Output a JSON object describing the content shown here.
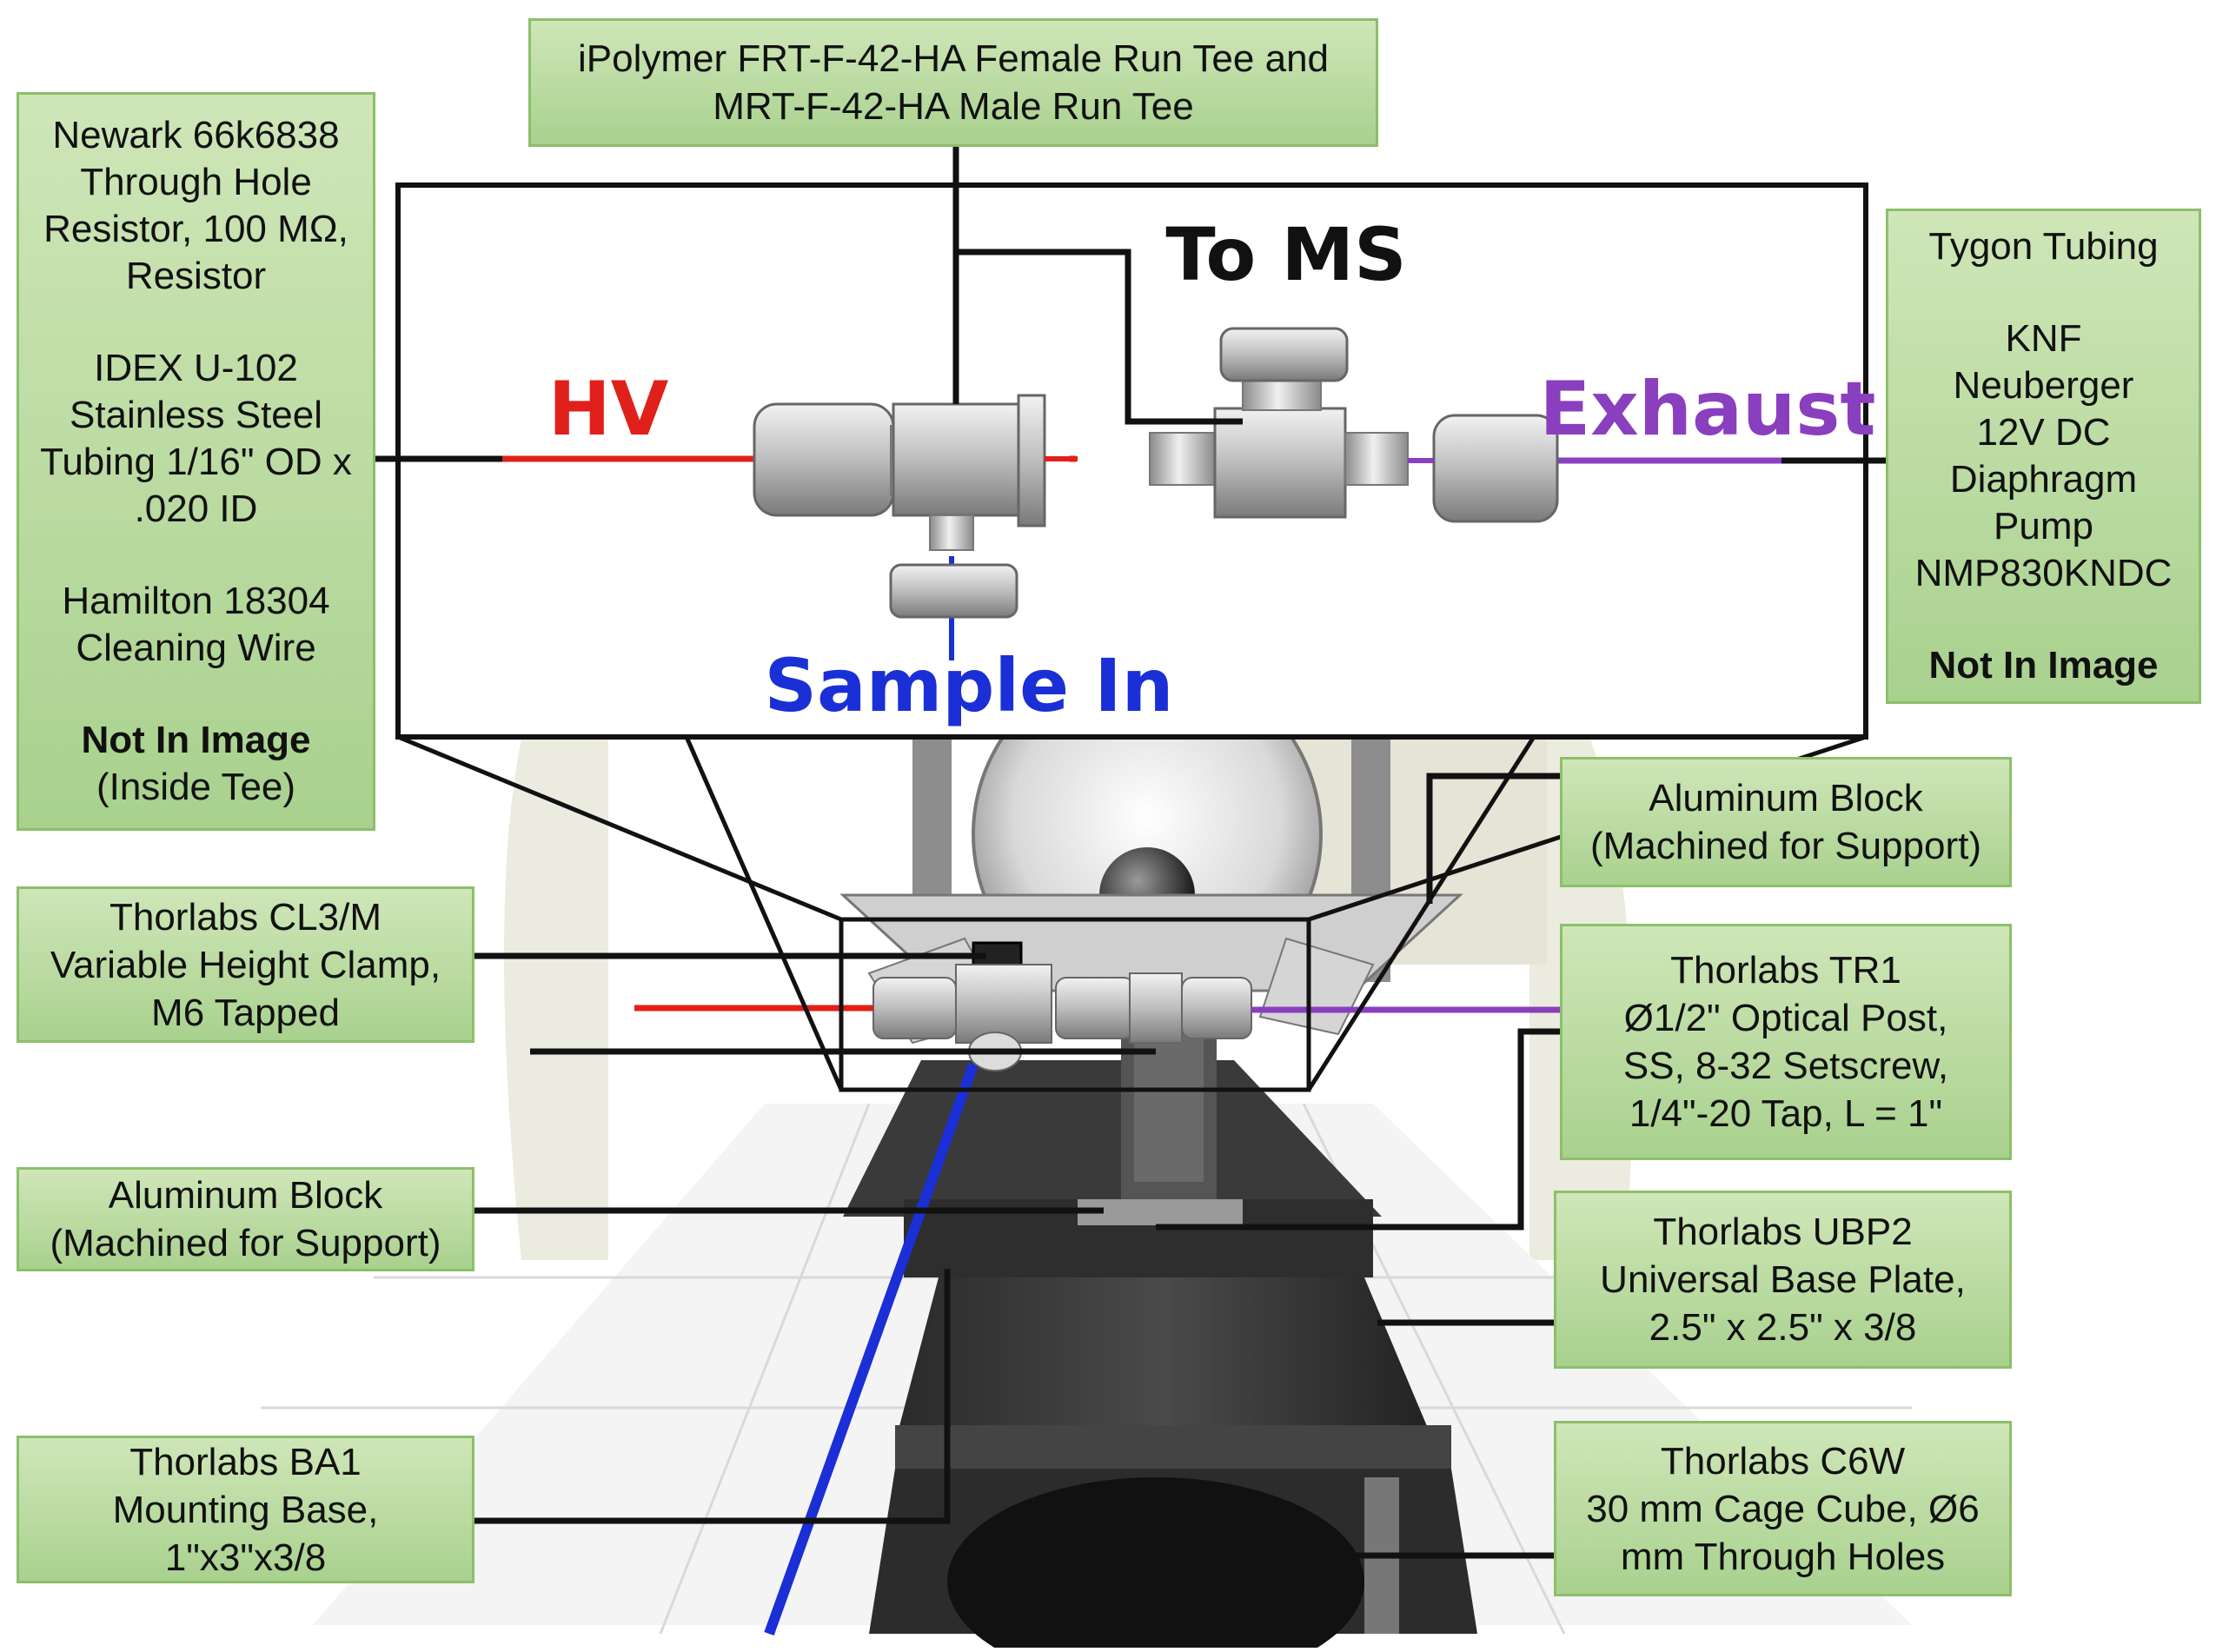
{
  "zoom_labels": {
    "to_ms": "To MS",
    "hv": "HV",
    "exhaust": "Exhaust",
    "sample_in": "Sample In"
  },
  "colors": {
    "callout_fill": "#a9d18e",
    "callout_border": "#8cbf6a",
    "hv_red": "#e0201a",
    "exhaust_purple": "#8a3fbf",
    "sample_blue": "#1a2fd6",
    "outline": "#111111"
  },
  "callouts": {
    "tee": {
      "line1": "iPolymer FRT-F-42-HA  Female Run Tee and",
      "line2": "MRT-F-42-HA Male Run Tee"
    },
    "left_top": {
      "resistor": [
        "Newark 66k6838",
        "Through Hole",
        "Resistor, 100 MΩ,",
        "Resistor"
      ],
      "tubing": [
        "IDEX U-102",
        "Stainless Steel",
        "Tubing 1/16\" OD x",
        ".020 ID"
      ],
      "wire": [
        "Hamilton 18304",
        "Cleaning Wire"
      ],
      "note_bold": "Not In Image",
      "note": "(Inside Tee)"
    },
    "right_top": {
      "tubing": "Tygon Tubing",
      "pump": [
        "KNF",
        "Neuberger",
        "12V DC",
        "Diaphragm",
        "Pump",
        "NMP830KNDC"
      ],
      "note_bold": "Not In Image"
    },
    "clamp": [
      "Thorlabs CL3/M",
      "Variable Height Clamp,",
      "M6 Tapped"
    ],
    "block_right": [
      "Aluminum Block",
      "(Machined for Support)"
    ],
    "post": [
      "Thorlabs TR1",
      "Ø1/2\" Optical Post,",
      "SS, 8-32 Setscrew,",
      "1/4\"-20 Tap, L = 1\""
    ],
    "block_left": [
      "Aluminum Block",
      "(Machined for Support)"
    ],
    "base_plate": [
      "Thorlabs UBP2",
      "Universal Base Plate,",
      "2.5\" x 2.5\" x 3/8"
    ],
    "mount_base": [
      "Thorlabs BA1",
      "Mounting Base,",
      "1\"x3\"x3/8"
    ],
    "cage_cube": [
      "Thorlabs C6W",
      "30 mm Cage Cube, Ø6",
      "mm Through Holes"
    ]
  }
}
